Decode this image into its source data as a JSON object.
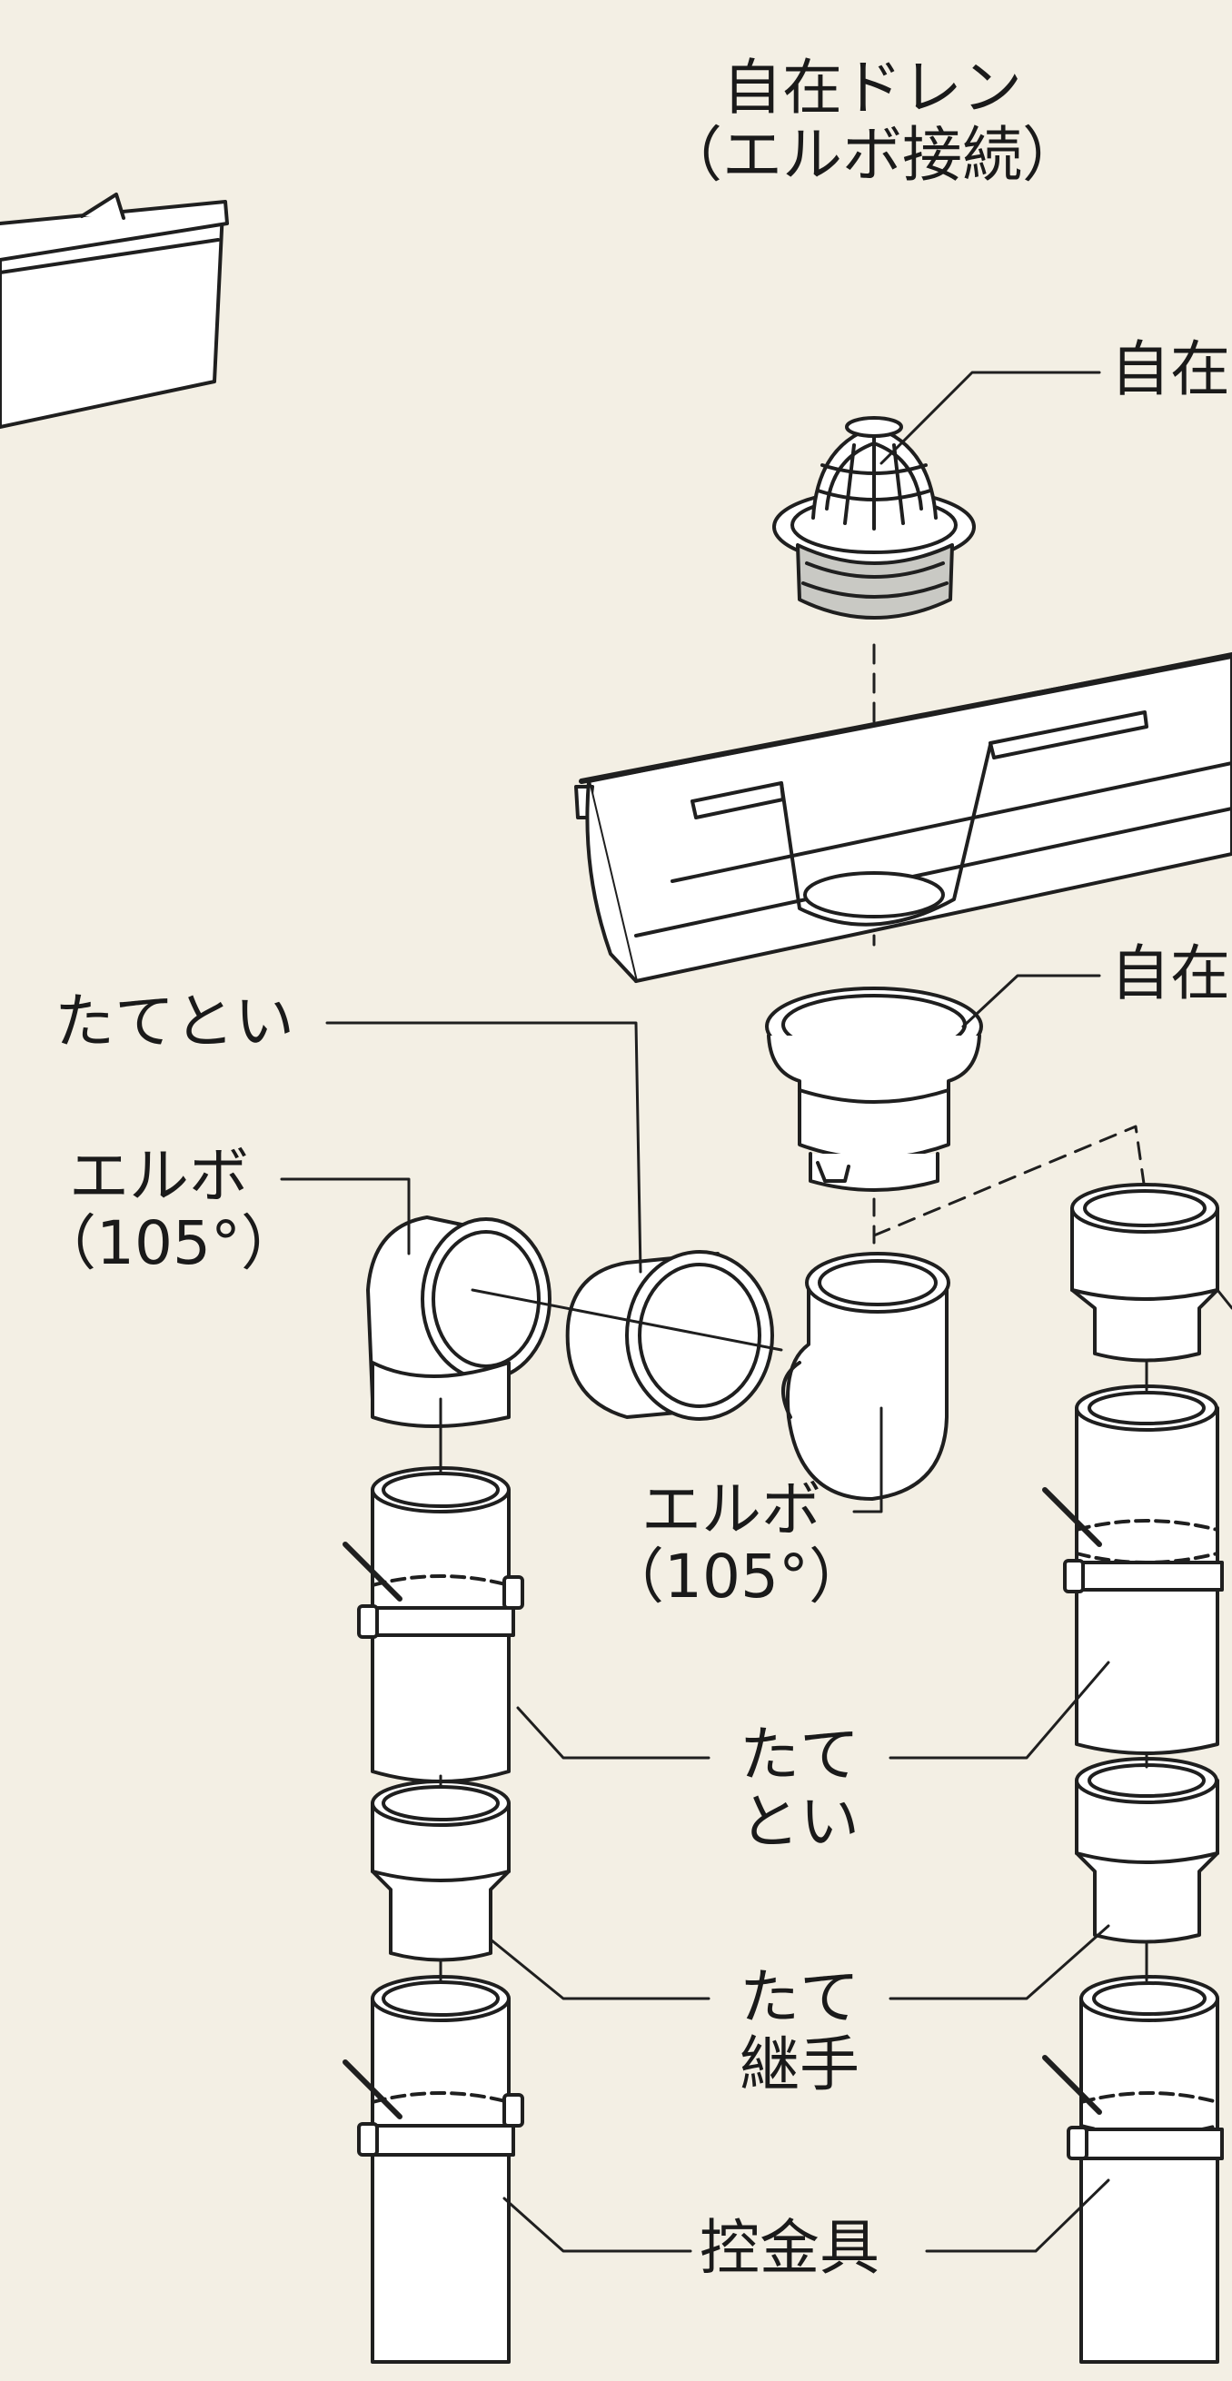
{
  "title": {
    "line1": "自在ドレン",
    "line2": "（エルボ接続）"
  },
  "labels": {
    "top_right_cut": "自在",
    "mid_right_cut": "自在",
    "tatetoi_upper": "たてとい",
    "elbow_left_line1": "エルボ",
    "elbow_left_line2": "（105°）",
    "elbow_mid_line1": "エルボ",
    "elbow_mid_line2": "（105°）",
    "tatetoi_lower_line1": "たて",
    "tatetoi_lower_line2": "とい",
    "tatetsugite_line1": "たて",
    "tatetsugite_line2": "継手",
    "hikaekanagu": "控金具"
  },
  "colors": {
    "background": "#f3efe4",
    "line": "#1f1f1f",
    "part_fill": "#ffffff",
    "drain_strainer_fill": "#c9c9c4"
  }
}
